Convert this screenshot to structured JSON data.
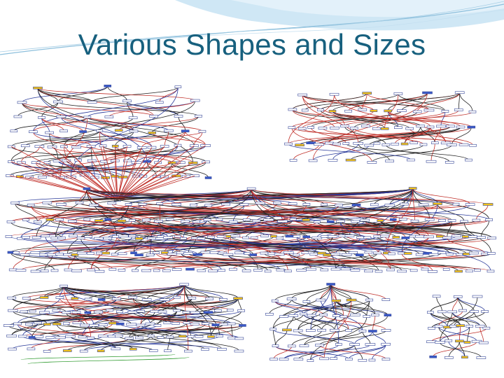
{
  "slide": {
    "title": "Various Shapes and Sizes",
    "accent_color": "#17607e",
    "header_wave_colors": [
      "#bfe0f2",
      "#d9edf8",
      "#7fb8d8"
    ]
  },
  "graphs": [
    {
      "name": "graph-top-left",
      "shape": "fan-tree"
    },
    {
      "name": "graph-top-right",
      "shape": "layered-tree"
    },
    {
      "name": "graph-middle",
      "shape": "wide-layered"
    },
    {
      "name": "graph-bottom-left",
      "shape": "dense-cluster"
    },
    {
      "name": "graph-bottom-center",
      "shape": "layered-tree"
    },
    {
      "name": "graph-bottom-right",
      "shape": "small-cluster"
    }
  ],
  "edge_colors": {
    "red": "#c0302a",
    "blue": "#2a3a9a",
    "black": "#222222",
    "green": "#3aa03a"
  },
  "node_colors": {
    "plain": "#ffffff",
    "yellow": "#f2c21a",
    "blue": "#3a5ac8",
    "outline": "#3a4a9a"
  }
}
